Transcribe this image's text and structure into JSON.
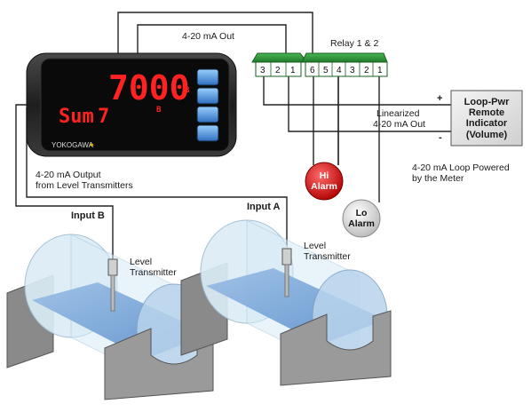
{
  "wiring": {
    "out_4_20_label": "4-20 mA Out",
    "relay_label": "Relay 1 & 2",
    "linearized_line1": "Linearized",
    "linearized_line2": "4-20 mA Out",
    "output_from_transmitters_line1": "4-20 mA Output",
    "output_from_transmitters_line2": "from Level Transmitters",
    "input_a": "Input A",
    "input_b": "Input B",
    "plus": "+",
    "minus": "-"
  },
  "meter": {
    "top_display": "7000",
    "top_display_unit": "B",
    "bottom_display": "Sum",
    "bottom_display_suffix": "7",
    "bottom_display_unit": "B",
    "brand": "YOKOGAWA",
    "brand_mark": "✦"
  },
  "terminals": {
    "block1": [
      "3",
      "2",
      "1"
    ],
    "block2": [
      "6",
      "5",
      "4",
      "3",
      "2",
      "1"
    ]
  },
  "remote_indicator": {
    "line1": "Loop-Pwr",
    "line2": "Remote",
    "line3": "Indicator",
    "line4": "(Volume)",
    "caption_line1": "4-20 mA Loop Powered",
    "caption_line2": "by the Meter"
  },
  "alarms": {
    "hi_line1": "Hi",
    "hi_line2": "Alarm",
    "lo_line1": "Lo",
    "lo_line2": "Alarm",
    "hi_color": "#cc1111",
    "lo_color": "#e6e6e6"
  },
  "transmitters": {
    "a_line1": "Level",
    "a_line2": "Transmitter",
    "b_line1": "Level",
    "b_line2": "Transmitter"
  },
  "colors": {
    "terminal_green": "#2f9a3a",
    "water_blue": "#7aa6d6",
    "tank_glass": "#d8ecf6",
    "support_grey": "#8a8a8a"
  }
}
